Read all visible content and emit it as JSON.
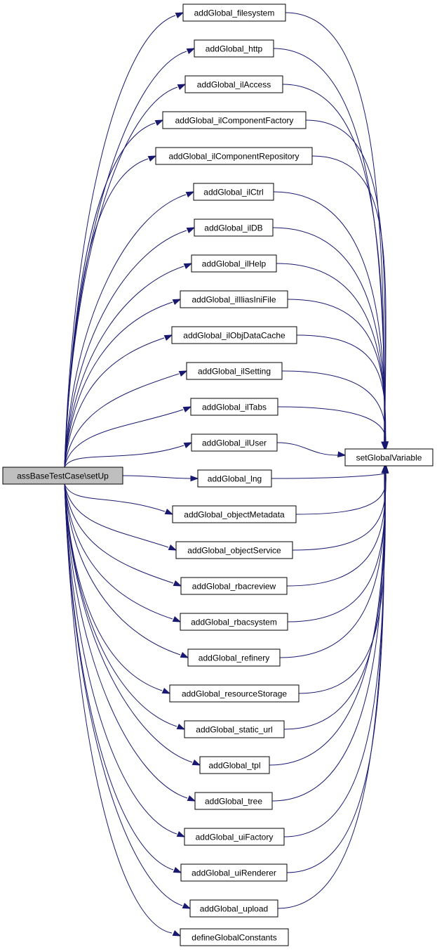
{
  "colors": {
    "edge": "#191970",
    "root_fill": "#bfbfbf",
    "node_fill": "#ffffff",
    "border": "#000000"
  },
  "root": {
    "label": "assBaseTestCase\\setUp"
  },
  "target": {
    "label": "setGlobalVariable"
  },
  "callees": [
    {
      "id": "filesystem",
      "label": "addGlobal_filesystem",
      "calls_target": true
    },
    {
      "id": "http",
      "label": "addGlobal_http",
      "calls_target": true
    },
    {
      "id": "ilAccess",
      "label": "addGlobal_ilAccess",
      "calls_target": true
    },
    {
      "id": "ilComponentFactory",
      "label": "addGlobal_ilComponentFactory",
      "calls_target": true
    },
    {
      "id": "ilComponentRepository",
      "label": "addGlobal_ilComponentRepository",
      "calls_target": true
    },
    {
      "id": "ilCtrl",
      "label": "addGlobal_ilCtrl",
      "calls_target": true
    },
    {
      "id": "ilDB",
      "label": "addGlobal_ilDB",
      "calls_target": true
    },
    {
      "id": "ilHelp",
      "label": "addGlobal_ilHelp",
      "calls_target": true
    },
    {
      "id": "ilIliasIniFile",
      "label": "addGlobal_ilIliasIniFile",
      "calls_target": true
    },
    {
      "id": "ilObjDataCache",
      "label": "addGlobal_ilObjDataCache",
      "calls_target": true
    },
    {
      "id": "ilSetting",
      "label": "addGlobal_ilSetting",
      "calls_target": true
    },
    {
      "id": "ilTabs",
      "label": "addGlobal_ilTabs",
      "calls_target": true
    },
    {
      "id": "ilUser",
      "label": "addGlobal_ilUser",
      "calls_target": true
    },
    {
      "id": "lng",
      "label": "addGlobal_lng",
      "calls_target": true
    },
    {
      "id": "objectMetadata",
      "label": "addGlobal_objectMetadata",
      "calls_target": true
    },
    {
      "id": "objectService",
      "label": "addGlobal_objectService",
      "calls_target": true
    },
    {
      "id": "rbacreview",
      "label": "addGlobal_rbacreview",
      "calls_target": true
    },
    {
      "id": "rbacsystem",
      "label": "addGlobal_rbacsystem",
      "calls_target": true
    },
    {
      "id": "refinery",
      "label": "addGlobal_refinery",
      "calls_target": true
    },
    {
      "id": "resourceStorage",
      "label": "addGlobal_resourceStorage",
      "calls_target": true
    },
    {
      "id": "static_url",
      "label": "addGlobal_static_url",
      "calls_target": true
    },
    {
      "id": "tpl",
      "label": "addGlobal_tpl",
      "calls_target": true
    },
    {
      "id": "tree",
      "label": "addGlobal_tree",
      "calls_target": true
    },
    {
      "id": "uiFactory",
      "label": "addGlobal_uiFactory",
      "calls_target": true
    },
    {
      "id": "uiRenderer",
      "label": "addGlobal_uiRenderer",
      "calls_target": true
    },
    {
      "id": "upload",
      "label": "addGlobal_upload",
      "calls_target": true
    },
    {
      "id": "defineGlobalConstants",
      "label": "defineGlobalConstants",
      "calls_target": false
    }
  ]
}
